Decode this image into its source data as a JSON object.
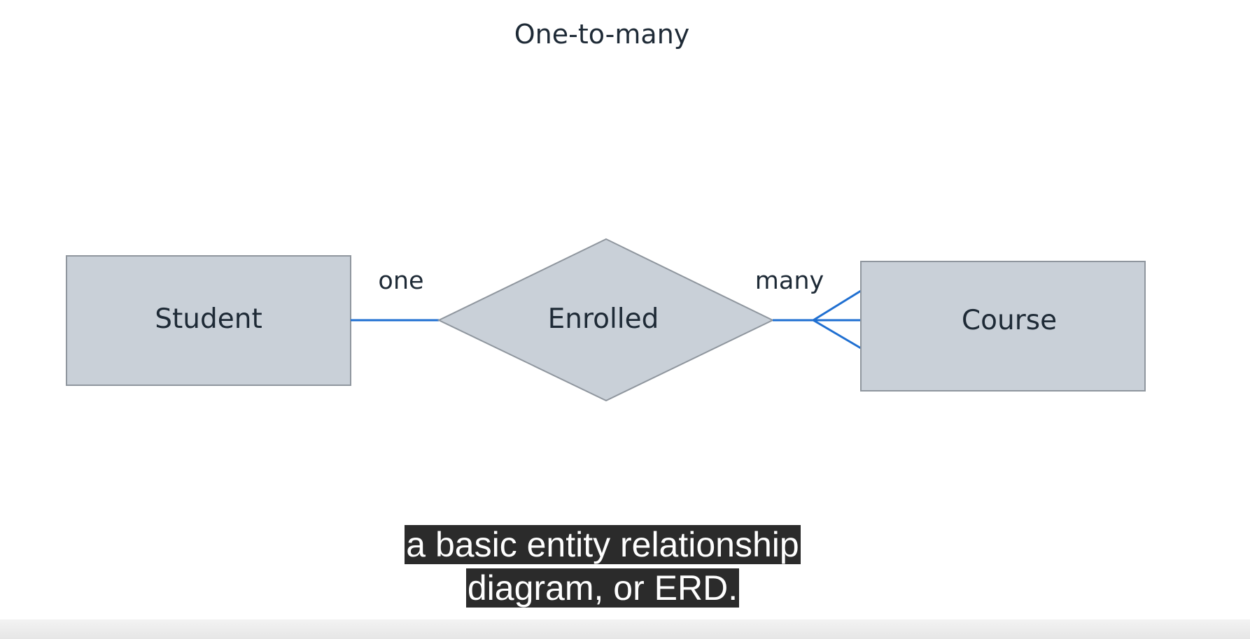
{
  "diagram": {
    "title": "One-to-many",
    "entities": [
      {
        "id": "student",
        "label": "Student"
      },
      {
        "id": "course",
        "label": "Course"
      }
    ],
    "relationship": {
      "label": "Enrolled"
    },
    "cardinality": {
      "left": "one",
      "right": "many"
    },
    "colors": {
      "shape_fill": "#c9d0d8",
      "shape_stroke": "#8f969e",
      "connector": "#1f6fd1",
      "text": "#1e2a36"
    }
  },
  "caption": {
    "line1": "a basic entity relationship",
    "line2": "diagram, or ERD."
  }
}
